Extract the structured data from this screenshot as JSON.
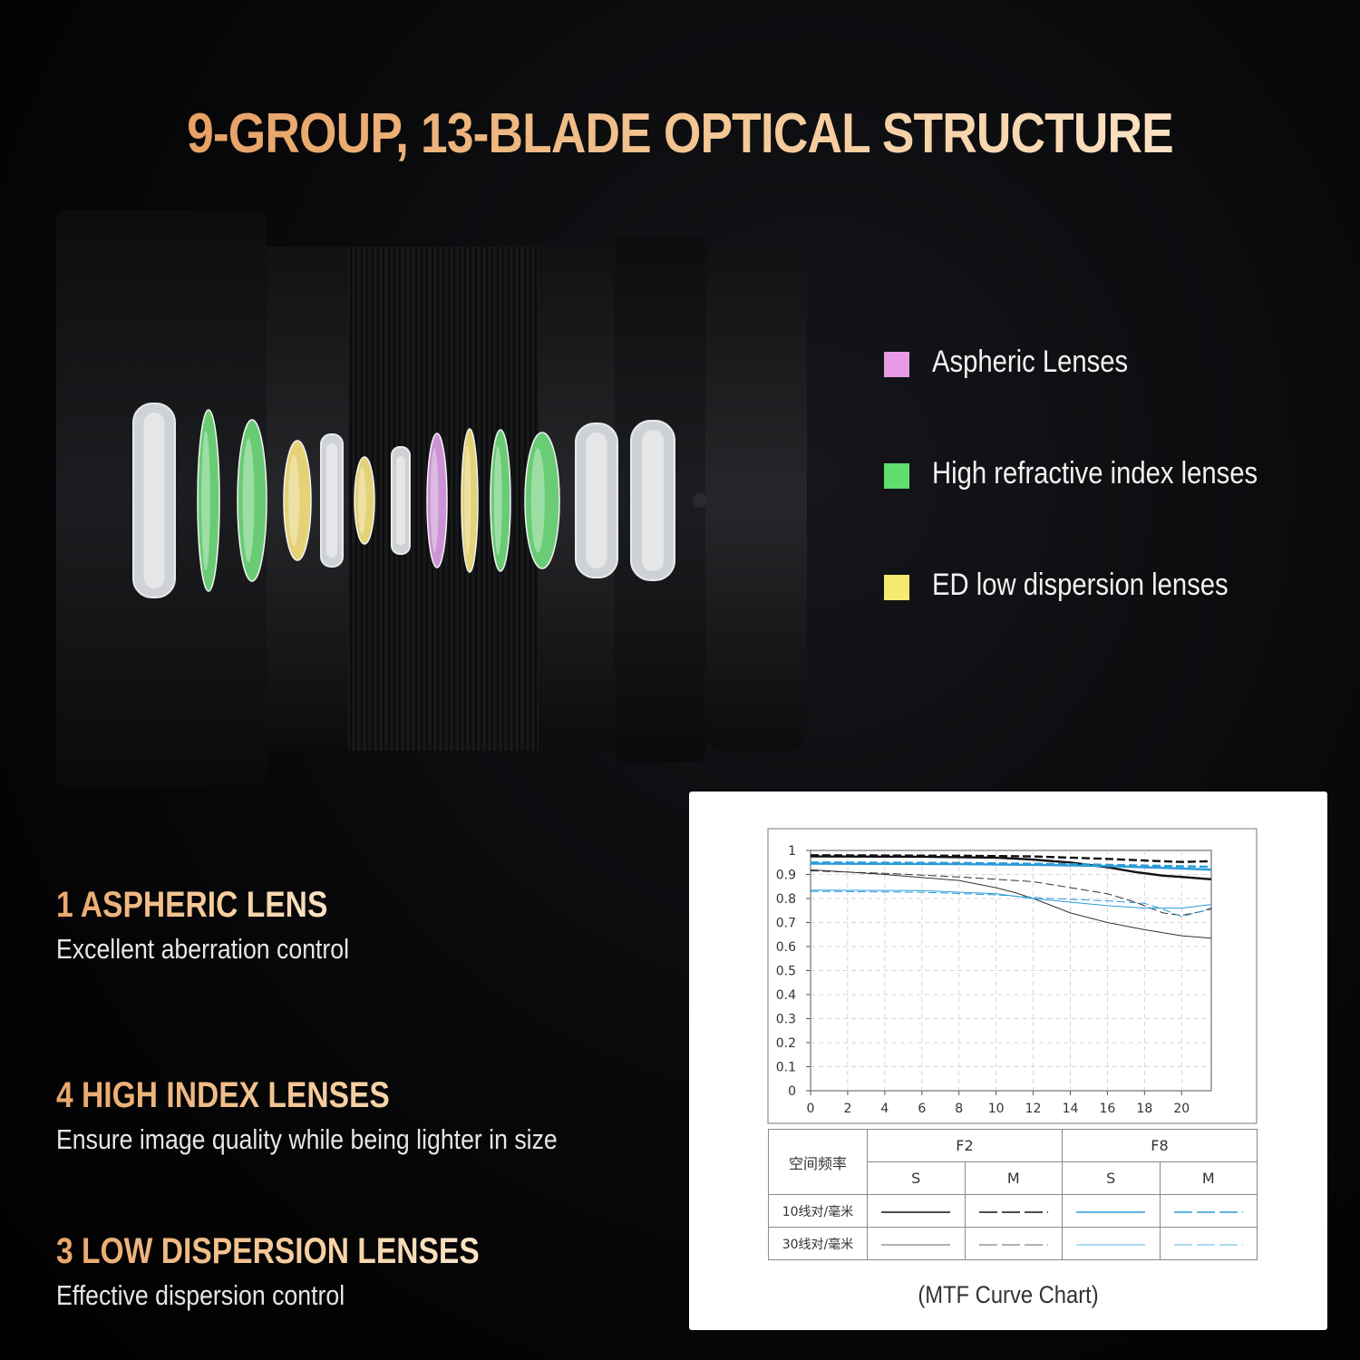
{
  "page": {
    "title": "9-GROUP, 13-BLADE OPTICAL STRUCTURE"
  },
  "legend": [
    {
      "label": "Aspheric Lenses",
      "color": "#e89ae6"
    },
    {
      "label": "High refractive index lenses",
      "color": "#5fde6f"
    },
    {
      "label": "ED low dispersion lenses",
      "color": "#f4ea72"
    }
  ],
  "lens_elements": [
    "clear",
    "green",
    "green",
    "yellow",
    "clear",
    "yellow",
    "clear",
    "violet",
    "yellow",
    "green",
    "green",
    "clear",
    "clear"
  ],
  "lens_colors": {
    "clear": "#d9dcdf",
    "green": "#6ed67a",
    "yellow": "#f0dc7c",
    "violet": "#d69be0"
  },
  "features": [
    {
      "heading": "1 ASPHERIC LENS",
      "desc": "Excellent aberration control"
    },
    {
      "heading": "4 HIGH INDEX LENSES",
      "desc": "Ensure image quality while being lighter in size"
    },
    {
      "heading": "3 LOW DISPERSION LENSES",
      "desc": "Effective dispersion control"
    }
  ],
  "mtf_table": {
    "corner": "空间频率",
    "groups": [
      "F2",
      "F8"
    ],
    "subheaders": [
      "S",
      "M",
      "S",
      "M"
    ],
    "rows": [
      {
        "label": "10线对/毫米"
      },
      {
        "label": "30线对/毫米"
      }
    ]
  },
  "caption": "(MTF Curve Chart)",
  "chart_data": {
    "type": "line",
    "title": "",
    "xlabel": "",
    "ylabel": "",
    "xlim": [
      0,
      21.6
    ],
    "ylim": [
      0,
      1
    ],
    "x_ticks": [
      "0",
      "2",
      "4",
      "6",
      "8",
      "10",
      "12",
      "14",
      "16",
      "18",
      "20"
    ],
    "y_ticks": [
      "0",
      "0.1",
      "0.2",
      "0.3",
      "0.4",
      "0.5",
      "0.6",
      "0.7",
      "0.8",
      "0.9",
      "1"
    ],
    "grid": true,
    "series": [
      {
        "color": "#111111",
        "style": "solid",
        "weight": "thick",
        "points": [
          [
            0,
            0.975
          ],
          [
            6,
            0.974
          ],
          [
            10,
            0.97
          ],
          [
            12,
            0.962
          ],
          [
            14,
            0.95
          ],
          [
            16,
            0.93
          ],
          [
            17.5,
            0.91
          ],
          [
            19,
            0.895
          ],
          [
            20,
            0.89
          ],
          [
            21.6,
            0.88
          ]
        ]
      },
      {
        "color": "#111111",
        "style": "dashed",
        "weight": "thick",
        "points": [
          [
            0,
            0.98
          ],
          [
            8,
            0.978
          ],
          [
            12,
            0.975
          ],
          [
            16,
            0.965
          ],
          [
            18,
            0.958
          ],
          [
            20,
            0.952
          ],
          [
            21.6,
            0.955
          ]
        ]
      },
      {
        "color": "#2a9ad8",
        "style": "solid",
        "weight": "thick",
        "points": [
          [
            0,
            0.945
          ],
          [
            8,
            0.943
          ],
          [
            12,
            0.94
          ],
          [
            16,
            0.935
          ],
          [
            18,
            0.93
          ],
          [
            20,
            0.925
          ],
          [
            21.6,
            0.92
          ]
        ]
      },
      {
        "color": "#2a9ad8",
        "style": "dashed",
        "weight": "thick",
        "points": [
          [
            0,
            0.95
          ],
          [
            8,
            0.948
          ],
          [
            14,
            0.943
          ],
          [
            18,
            0.937
          ],
          [
            21.6,
            0.932
          ]
        ]
      },
      {
        "color": "#333333",
        "style": "solid",
        "weight": "thin",
        "points": [
          [
            0,
            0.92
          ],
          [
            4,
            0.9
          ],
          [
            8,
            0.875
          ],
          [
            10,
            0.845
          ],
          [
            11,
            0.825
          ],
          [
            12,
            0.8
          ],
          [
            13,
            0.77
          ],
          [
            14,
            0.74
          ],
          [
            16,
            0.7
          ],
          [
            18,
            0.67
          ],
          [
            20,
            0.645
          ],
          [
            21.6,
            0.635
          ]
        ]
      },
      {
        "color": "#333333",
        "style": "dashed",
        "weight": "thin",
        "points": [
          [
            0,
            0.915
          ],
          [
            4,
            0.905
          ],
          [
            8,
            0.89
          ],
          [
            12,
            0.87
          ],
          [
            16,
            0.82
          ],
          [
            17.5,
            0.785
          ],
          [
            19,
            0.74
          ],
          [
            20,
            0.73
          ],
          [
            21,
            0.745
          ],
          [
            21.6,
            0.76
          ]
        ]
      },
      {
        "color": "#2a9ad8",
        "style": "solid",
        "weight": "thin",
        "points": [
          [
            0,
            0.835
          ],
          [
            6,
            0.833
          ],
          [
            10,
            0.82
          ],
          [
            12,
            0.8
          ],
          [
            14,
            0.785
          ],
          [
            16,
            0.77
          ],
          [
            18,
            0.76
          ],
          [
            20,
            0.76
          ],
          [
            21.6,
            0.775
          ]
        ]
      },
      {
        "color": "#2a9ad8",
        "style": "dashed",
        "weight": "thin",
        "points": [
          [
            0,
            0.83
          ],
          [
            6,
            0.826
          ],
          [
            10,
            0.815
          ],
          [
            13,
            0.8
          ],
          [
            16,
            0.79
          ],
          [
            18,
            0.78
          ],
          [
            19,
            0.755
          ],
          [
            20,
            0.725
          ],
          [
            21,
            0.745
          ],
          [
            21.6,
            0.755
          ]
        ]
      }
    ]
  }
}
